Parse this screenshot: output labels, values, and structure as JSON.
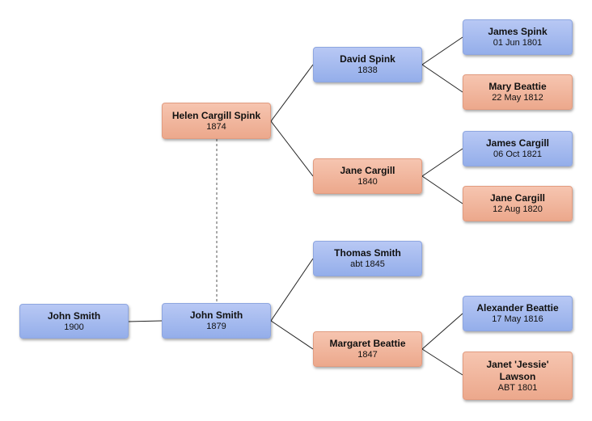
{
  "people": {
    "root": {
      "name": "John Smith",
      "date": "1900",
      "color": "#a3baf0"
    },
    "father": {
      "name": "John Smith",
      "date": "1879",
      "color": "#a3baf0"
    },
    "spouse": {
      "name": "Helen Cargill Spink",
      "date": "1874",
      "color": "#f2b79d"
    },
    "david": {
      "name": "David Spink",
      "date": "1838",
      "color": "#a3baf0"
    },
    "jane1840": {
      "name": "Jane Cargill",
      "date": "1840",
      "color": "#f2b79d"
    },
    "thomas": {
      "name": "Thomas Smith",
      "date": "abt 1845",
      "color": "#a3baf0"
    },
    "margaret": {
      "name": "Margaret Beattie",
      "date": "1847",
      "color": "#f2b79d"
    },
    "jamesSp": {
      "name": "James Spink",
      "date": "01 Jun 1801",
      "color": "#a3baf0"
    },
    "mary": {
      "name": "Mary Beattie",
      "date": "22 May 1812",
      "color": "#f2b79d"
    },
    "jamesCa": {
      "name": "James Cargill",
      "date": "06 Oct 1821",
      "color": "#a3baf0"
    },
    "jane1820": {
      "name": "Jane Cargill",
      "date": "12 Aug 1820",
      "color": "#f2b79d"
    },
    "alexander": {
      "name": "Alexander Beattie",
      "date": "17 May 1816",
      "color": "#a3baf0"
    },
    "janet": {
      "name_line1": "Janet 'Jessie'",
      "name_line2": "Lawson",
      "date": "ABT 1801",
      "color": "#f2b79d"
    }
  }
}
